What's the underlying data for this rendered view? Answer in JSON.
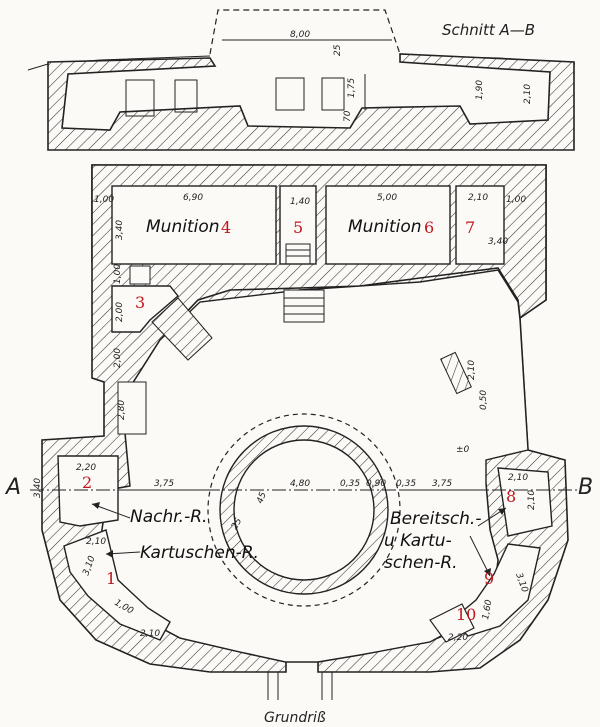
{
  "titles": {
    "section": "Schnitt A—B",
    "plan": "Grundriß"
  },
  "section_dims": {
    "width": "8,00",
    "d25": "25",
    "d175": "1,75",
    "d70": "70",
    "d190": "1,90",
    "d210": "2,10"
  },
  "rooms": {
    "munition_left": "Munition",
    "munition_right": "Munition",
    "nachr": "Nachr.-R.",
    "kartuschen": "Kartuschen-R.",
    "bereitsch_1": "Bereitsch.-",
    "bereitsch_2": "u Kartu-",
    "bereitsch_3": "schen-R."
  },
  "numbers": [
    "1",
    "2",
    "3",
    "4",
    "5",
    "6",
    "7",
    "8",
    "9",
    "10"
  ],
  "plan_dims": {
    "d100a": "1,00",
    "d690": "6,90",
    "d140": "1,40",
    "d500": "5,00",
    "d210top": "2,10",
    "d100b": "1,00",
    "d340a": "3,40",
    "d340b": "3,40",
    "d100c": "1,00",
    "d200a": "2,00",
    "d200b": "2,00",
    "d280": "2,80",
    "d220a": "2,20",
    "d340c": "3,40",
    "d375a": "3,75",
    "d45": "45",
    "d480": "4,80",
    "d035a": "0,35",
    "d090": "0,90",
    "d035b": "0,35",
    "d375b": "3,75",
    "d25": "25",
    "d210r": "2,10",
    "d210r2": "2,10",
    "d310a": "3,10",
    "d210l": "2,10",
    "d100l": "1,00",
    "d210b": "2,10",
    "d310b": "3,10",
    "d160": "1,60",
    "d220b": "2,20",
    "d210s": "2,10",
    "d050": "0,50",
    "zero": "±0"
  },
  "axis": {
    "a": "A",
    "b": "B"
  }
}
